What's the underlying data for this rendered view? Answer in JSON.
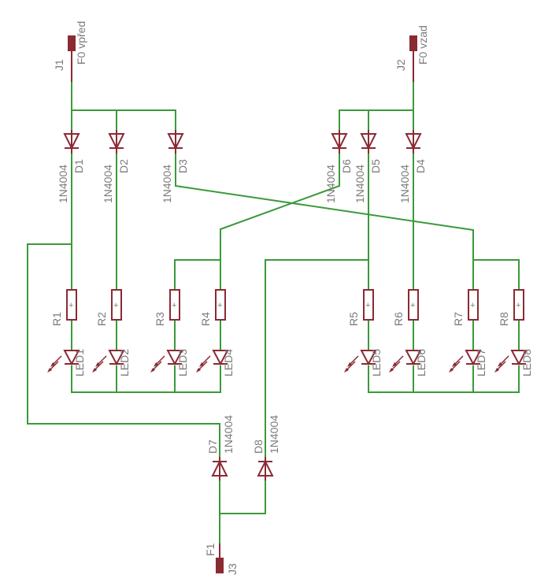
{
  "connectors": {
    "j1": {
      "ref": "J1",
      "value": "F0 vpřed"
    },
    "j2": {
      "ref": "J2",
      "value": "F0 vzad"
    },
    "j3": {
      "ref": "J3",
      "value": "F1"
    }
  },
  "diodes": {
    "d1": {
      "ref": "D1",
      "value": "1N4004"
    },
    "d2": {
      "ref": "D2",
      "value": "1N4004"
    },
    "d3": {
      "ref": "D3",
      "value": "1N4004"
    },
    "d4": {
      "ref": "D4",
      "value": "1N4004"
    },
    "d5": {
      "ref": "D5",
      "value": "1N4004"
    },
    "d6": {
      "ref": "D6",
      "value": "1N4004"
    },
    "d7": {
      "ref": "D7",
      "value": "1N4004"
    },
    "d8": {
      "ref": "D8",
      "value": "1N4004"
    }
  },
  "resistors": {
    "r1": "R1",
    "r2": "R2",
    "r3": "R3",
    "r4": "R4",
    "r5": "R5",
    "r6": "R6",
    "r7": "R7",
    "r8": "R8"
  },
  "leds": {
    "led1": "LED1",
    "led2": "LED2",
    "led3": "LED3",
    "led4": "LED4",
    "led5": "LED5",
    "led6": "LED6",
    "led7": "LED7",
    "led8": "LED8"
  },
  "colors": {
    "wire": "#3a9a3a",
    "component": "#8a2a33",
    "label": "#7a7a7a"
  }
}
